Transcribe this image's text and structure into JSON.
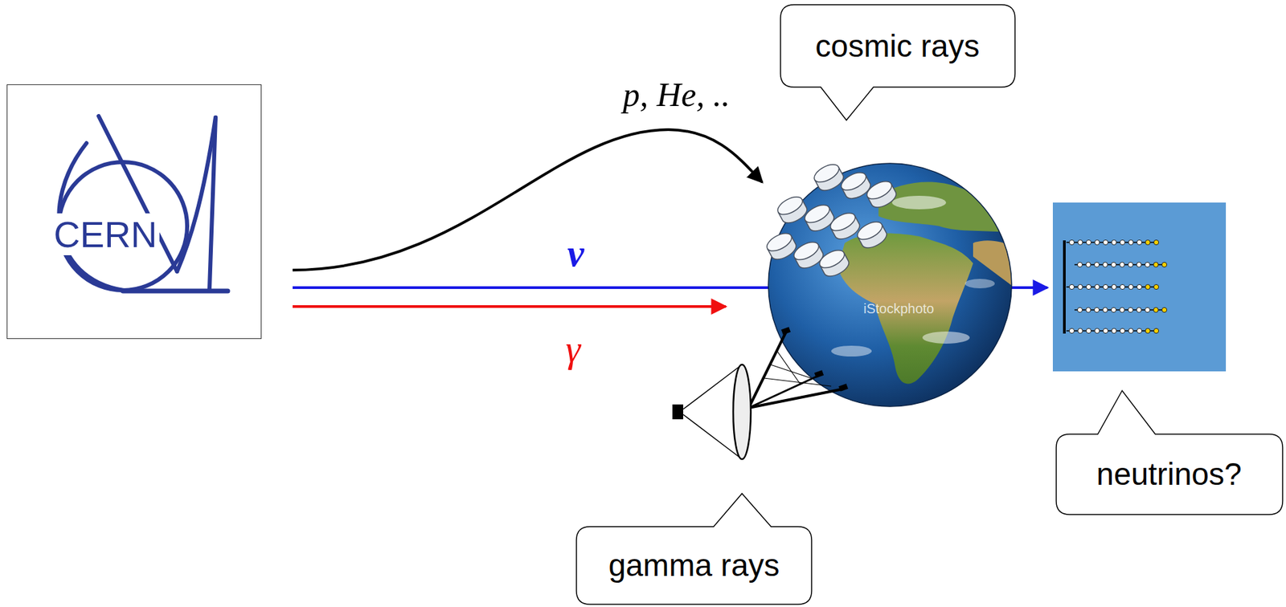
{
  "diagram": {
    "nodes": [
      {
        "text": [
          "CERN"
        ]
      },
      {
        "text": [
          "cosmic rays"
        ]
      },
      {
        "text": [
          "neutrinos?"
        ]
      },
      {
        "text": [
          "gamma rays"
        ]
      }
    ],
    "labels": [
      "p, He, ..",
      "ν",
      "γ",
      "iStockphoto"
    ]
  }
}
